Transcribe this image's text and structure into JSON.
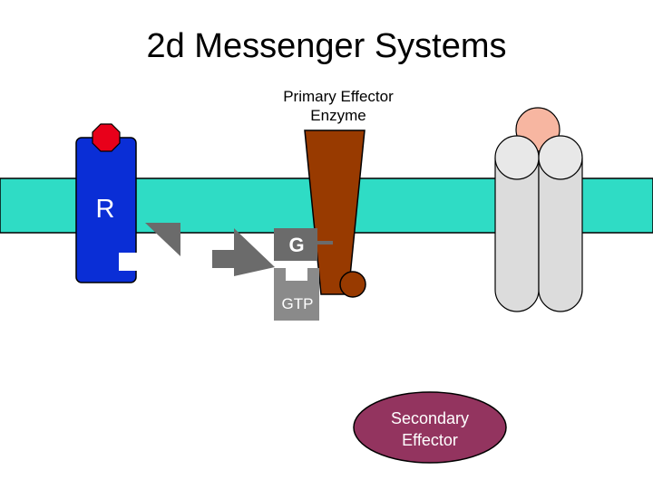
{
  "title": "2d Messenger Systems",
  "primary_effector": {
    "line1": "Primary Effector",
    "line2": "Enzyme"
  },
  "receptor_label": "R",
  "g_protein_label": "G",
  "gtp_label": "GTP",
  "secondary_effector": {
    "line1": "Secondary",
    "line2": "Effector"
  },
  "colors": {
    "membrane": "#2fdcc5",
    "receptor": "#0a2ed6",
    "ligand": "#e8001a",
    "enzyme": "#983a00",
    "g_protein": "#6b6b6b",
    "gtp": "#8a8a8a",
    "channel": "#dcdcdc",
    "channel_ligand": "#f7b6a1",
    "secondary_effector": "#93345f"
  }
}
